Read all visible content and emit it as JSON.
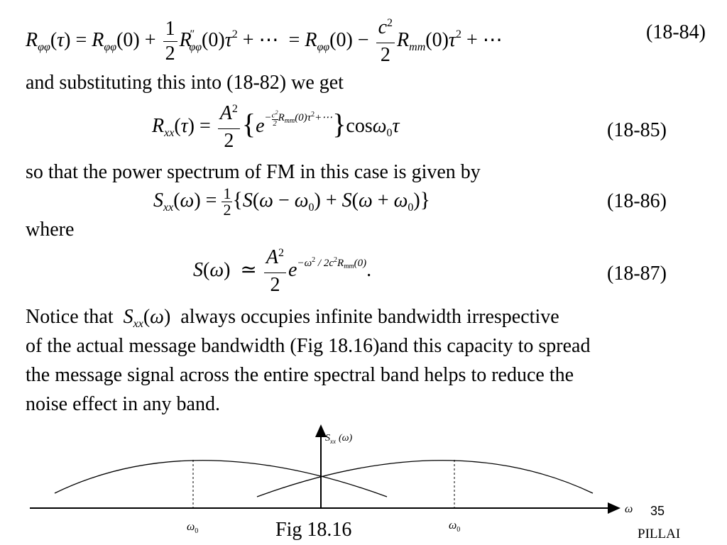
{
  "equations": {
    "eq84_number": "(18-84)",
    "eq85_number": "(18-85)",
    "eq86_number": "(18-86)",
    "eq87_number": "(18-87)"
  },
  "text": {
    "line_substituting": "and substituting this into (18-82) we get",
    "line_power_spectrum": "so that the power spectrum of FM in this case is given by",
    "line_where": "where",
    "notice_prefix": "Notice that",
    "notice_suffix": "always occupies infinite bandwidth irrespective",
    "paragraph_line2": "of the actual message bandwidth (Fig 18.16)and this capacity to spread",
    "paragraph_line3": "the message signal across the entire spectral band helps to reduce the",
    "paragraph_line4": "noise effect in any band."
  },
  "figure": {
    "caption": "Fig 18.16",
    "y_axis_label": "S",
    "y_axis_sub": "xx",
    "y_axis_arg": "(ω)",
    "x_axis_label": "ω",
    "left_tick_label": "ω",
    "right_tick_label": "ω",
    "tick_sub": "0"
  },
  "footer": {
    "page_number": "35",
    "author": "PILLAI"
  }
}
